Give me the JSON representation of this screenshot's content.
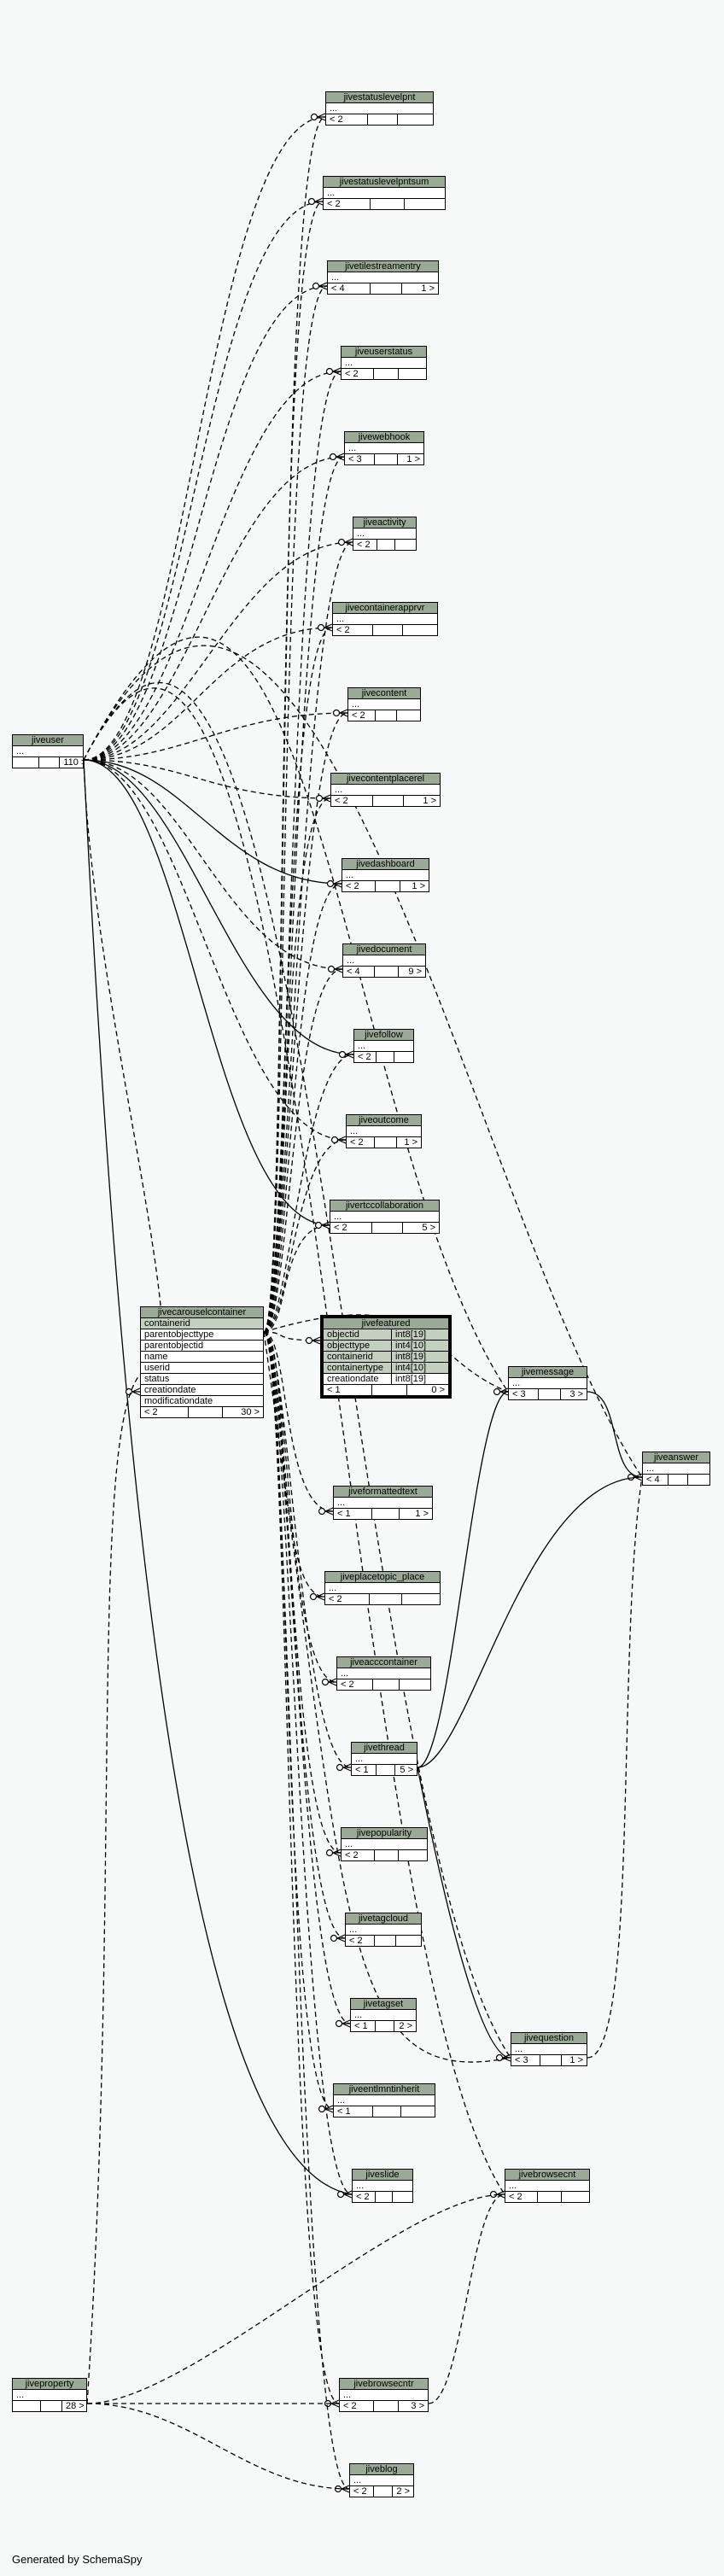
{
  "tables": [
    {
      "id": "jivestatuslevelpnt",
      "name": "jivestatuslevelpnt",
      "rows": [
        "..."
      ],
      "parents": "< 2",
      "children": ""
    },
    {
      "id": "jivestatuslevelpntsum",
      "name": "jivestatuslevelpntsum",
      "rows": [
        "..."
      ],
      "parents": "< 2",
      "children": ""
    },
    {
      "id": "jivetilestreamentry",
      "name": "jivetilestreamentry",
      "rows": [
        "..."
      ],
      "parents": "< 4",
      "children": "1 >"
    },
    {
      "id": "jiveuserstatus",
      "name": "jiveuserstatus",
      "rows": [
        "..."
      ],
      "parents": "< 2",
      "children": ""
    },
    {
      "id": "jivewebhook",
      "name": "jivewebhook",
      "rows": [
        "..."
      ],
      "parents": "< 3",
      "children": "1 >"
    },
    {
      "id": "jiveactivity",
      "name": "jiveactivity",
      "rows": [
        "..."
      ],
      "parents": "< 2",
      "children": ""
    },
    {
      "id": "jivecontainerapprvr",
      "name": "jivecontainerapprvr",
      "rows": [
        "..."
      ],
      "parents": "< 2",
      "children": ""
    },
    {
      "id": "jivecontent",
      "name": "jivecontent",
      "rows": [
        "..."
      ],
      "parents": "< 2",
      "children": ""
    },
    {
      "id": "jivecontentplaceirel",
      "name": "jivecontentplacerel",
      "rows": [
        "..."
      ],
      "parents": "< 2",
      "children": "1 >"
    },
    {
      "id": "jivedashboard",
      "name": "jivedashboard",
      "rows": [
        "..."
      ],
      "parents": "< 2",
      "children": "1 >"
    },
    {
      "id": "jivedocument",
      "name": "jivedocument",
      "rows": [
        "..."
      ],
      "parents": "< 4",
      "children": "9 >"
    },
    {
      "id": "jivefollow",
      "name": "jivefollow",
      "rows": [
        "..."
      ],
      "parents": "< 2",
      "children": ""
    },
    {
      "id": "jiveoutcome",
      "name": "jiveoutcome",
      "rows": [
        "..."
      ],
      "parents": "< 2",
      "children": "1 >"
    },
    {
      "id": "jivertccollaboration",
      "name": "jivertccollaboration",
      "rows": [
        "..."
      ],
      "parents": "< 2",
      "children": "5 >"
    },
    {
      "id": "jiveuser",
      "name": "jiveuser",
      "rows": [
        "..."
      ],
      "parents": "",
      "children": "110 >"
    },
    {
      "id": "jivecarouselcontainer",
      "name": "jivecarouselcontainer",
      "rows": [
        "containerid",
        "parentobjecttype",
        "parentobjectid",
        "name",
        "userid",
        "status",
        "creationdate",
        "modificationdate"
      ],
      "pk": [
        0
      ],
      "parents": "< 2",
      "children": "30 >"
    },
    {
      "id": "jivefeatured",
      "name": "jivefeatured",
      "focus": true,
      "rows": [
        "objectid",
        "objecttype",
        "containerid",
        "containertype",
        "creationdate"
      ],
      "types": [
        "int8[19]",
        "int4[10]",
        "int8[19]",
        "int4[10]",
        "int8[19]"
      ],
      "pk": [
        0,
        1,
        2,
        3
      ],
      "parents": "< 1",
      "children": "0 >"
    },
    {
      "id": "jivemessage",
      "name": "jivemessage",
      "rows": [
        "..."
      ],
      "parents": "< 3",
      "children": "3 >"
    },
    {
      "id": "jiveanswer",
      "name": "jiveanswer",
      "rows": [
        "..."
      ],
      "parents": "< 4",
      "children": ""
    },
    {
      "id": "jiveformattedtext",
      "name": "jiveformattedtext",
      "rows": [
        "..."
      ],
      "parents": "< 1",
      "children": "1 >"
    },
    {
      "id": "jiveplacetopic_place",
      "name": "jiveplacetopic_place",
      "rows": [
        "..."
      ],
      "parents": "< 2",
      "children": ""
    },
    {
      "id": "jiveacccontainer",
      "name": "jiveacccontainer",
      "rows": [
        "..."
      ],
      "parents": "< 2",
      "children": ""
    },
    {
      "id": "jivethread",
      "name": "jivethread",
      "rows": [
        "..."
      ],
      "parents": "< 1",
      "children": "5 >"
    },
    {
      "id": "jivepopularity",
      "name": "jivepopularity",
      "rows": [
        "..."
      ],
      "parents": "< 2",
      "children": ""
    },
    {
      "id": "jivetagcloud",
      "name": "jivetagcloud",
      "rows": [
        "..."
      ],
      "parents": "< 2",
      "children": ""
    },
    {
      "id": "jivetagset",
      "name": "jivetagset",
      "rows": [
        "..."
      ],
      "parents": "< 1",
      "children": "2 >"
    },
    {
      "id": "jivequestion",
      "name": "jivequestion",
      "rows": [
        "..."
      ],
      "parents": "< 3",
      "children": "1 >"
    },
    {
      "id": "jiveentitlmntinherit",
      "name": "jiveentlmntinherit",
      "rows": [
        "..."
      ],
      "parents": "< 1",
      "children": ""
    },
    {
      "id": "jiveslide",
      "name": "jiveslide",
      "rows": [
        "..."
      ],
      "parents": "< 2",
      "children": ""
    },
    {
      "id": "jivebrowsecnt",
      "name": "jivebrowsecnt",
      "rows": [
        "..."
      ],
      "parents": "< 2",
      "children": ""
    },
    {
      "id": "jiveproperty",
      "name": "jiveproperty",
      "rows": [
        "..."
      ],
      "parents": "",
      "children": "28 >"
    },
    {
      "id": "jivebrowsecntr",
      "name": "jivebrowsecntr",
      "rows": [
        "..."
      ],
      "parents": "< 2",
      "children": "3 >"
    },
    {
      "id": "jiveblog",
      "name": "jiveblog",
      "rows": [
        "..."
      ],
      "parents": "< 2",
      "children": "2 >"
    }
  ],
  "footer": "Generated by SchemaSpy"
}
